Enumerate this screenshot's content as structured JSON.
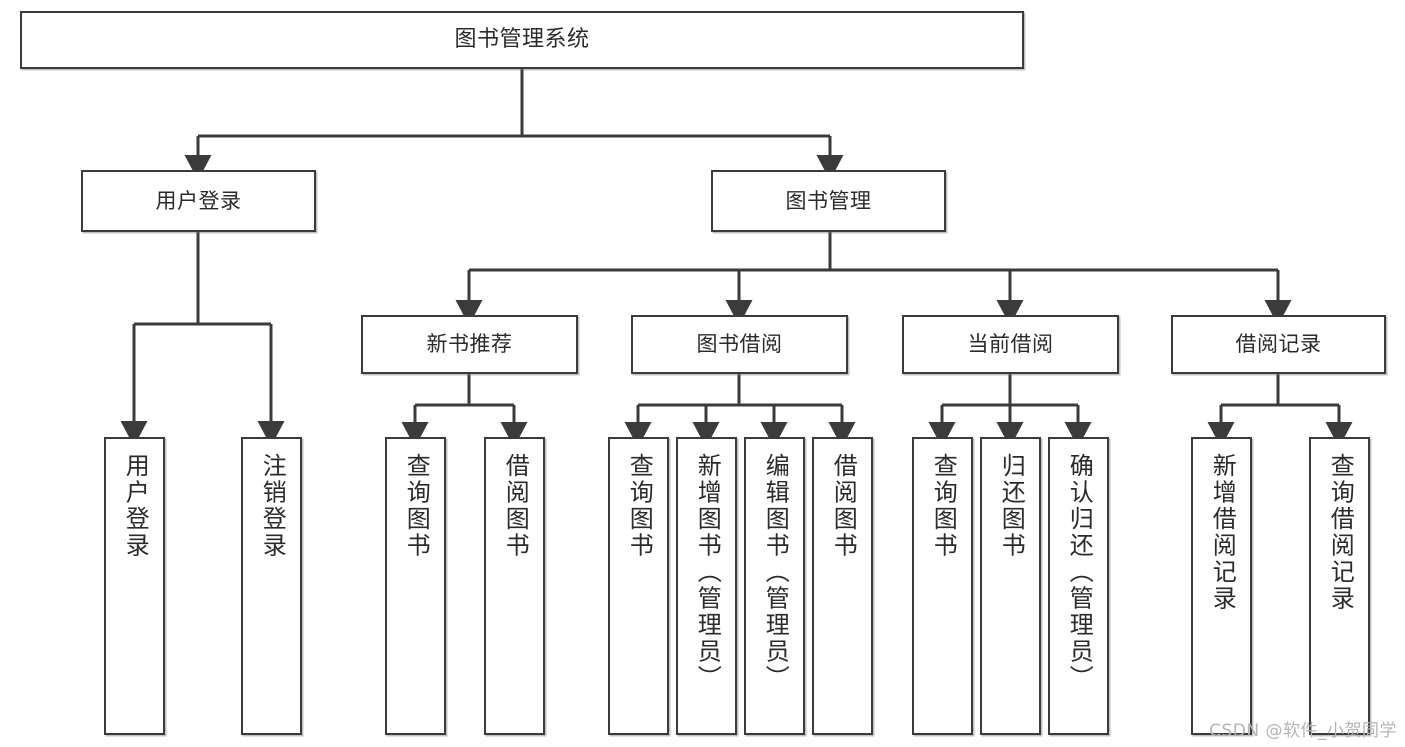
{
  "diagram": {
    "title": "图书管理系统",
    "type": "hierarchy-tree",
    "watermark": "CSDN @软件_小贺同学",
    "style": {
      "box_border_color": "#3b3b3b",
      "box_fill_color": "#ffffff",
      "line_color": "#3b3b3b",
      "text_color": "#2b2b2b",
      "background": "#ffffff",
      "watermark_color": "#b4b4b4"
    },
    "levels": {
      "level1": [
        {
          "label": "图书管理系统"
        }
      ],
      "level2": [
        {
          "label": "用户登录"
        },
        {
          "label": "图书管理"
        }
      ],
      "level3": [
        {
          "label": "新书推荐"
        },
        {
          "label": "图书借阅"
        },
        {
          "label": "当前借阅"
        },
        {
          "label": "借阅记录"
        }
      ],
      "leaves": {
        "用户登录": [
          {
            "label": "用户登录"
          },
          {
            "label": "注销登录"
          }
        ],
        "新书推荐": [
          {
            "label": "查询图书"
          },
          {
            "label": "借阅图书"
          }
        ],
        "图书借阅": [
          {
            "label": "查询图书"
          },
          {
            "label": "新增图书（管理员）"
          },
          {
            "label": "编辑图书（管理员）"
          },
          {
            "label": "借阅图书"
          }
        ],
        "当前借阅": [
          {
            "label": "查询图书"
          },
          {
            "label": "归还图书"
          },
          {
            "label": "确认归还（管理员）"
          }
        ],
        "借阅记录": [
          {
            "label": "新增借阅记录"
          },
          {
            "label": "查询借阅记录"
          }
        ]
      }
    },
    "nodes": {
      "root": "图书管理系统",
      "user_login": "用户登录",
      "book_mgmt": "图书管理",
      "new_book_rec": "新书推荐",
      "book_borrow": "图书借阅",
      "current_borrow": "当前借阅",
      "borrow_record": "借阅记录",
      "leaf_user_login": "用户登录",
      "leaf_logout": "注销登录",
      "leaf_nb_query": "查询图书",
      "leaf_nb_borrow": "借阅图书",
      "leaf_bb_query": "查询图书",
      "leaf_bb_add": "新增图书（管理员）",
      "leaf_bb_edit": "编辑图书（管理员）",
      "leaf_bb_borrow": "借阅图书",
      "leaf_cb_query": "查询图书",
      "leaf_cb_return": "归还图书",
      "leaf_cb_confirm": "确认归还（管理员）",
      "leaf_br_add": "新增借阅记录",
      "leaf_br_query": "查询借阅记录"
    }
  }
}
